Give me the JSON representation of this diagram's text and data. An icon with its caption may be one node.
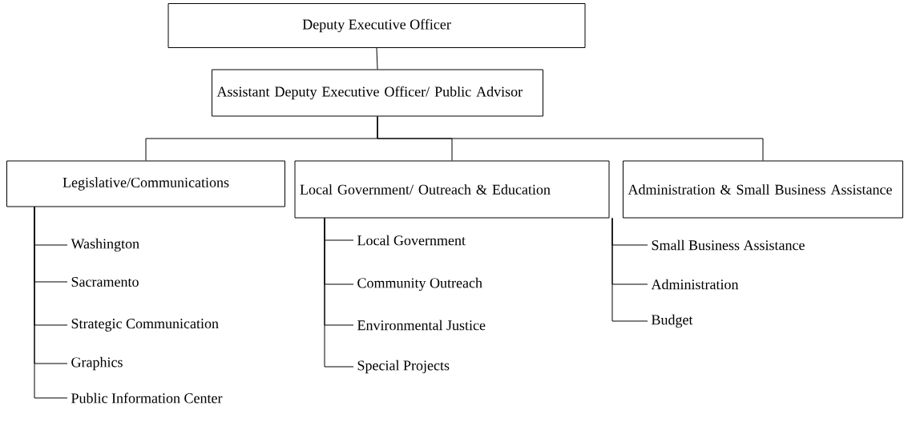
{
  "diagram": {
    "nodes": [
      {
        "text": [
          "Deputy Executive Officer"
        ]
      },
      {
        "text": [
          "Assistant Deputy Executive Officer/ Public Advisor"
        ]
      },
      {
        "text": [
          "Legislative/Communications"
        ]
      },
      {
        "text": [
          "Local Government/ Outreach & Education"
        ]
      },
      {
        "text": [
          "Administration & Small Business Assistance"
        ]
      },
      {
        "text": [
          "Washington"
        ]
      },
      {
        "text": [
          "Sacramento"
        ]
      },
      {
        "text": [
          "Strategic Communication"
        ]
      },
      {
        "text": [
          "Graphics"
        ]
      },
      {
        "text": [
          "Public Information Center"
        ]
      },
      {
        "text": [
          "Local Government"
        ]
      },
      {
        "text": [
          "Community Outreach"
        ]
      },
      {
        "text": [
          "Environmental Justice"
        ]
      },
      {
        "text": [
          "Special Projects"
        ]
      },
      {
        "text": [
          "Small Business Assistance"
        ]
      },
      {
        "text": [
          "Administration"
        ]
      },
      {
        "text": [
          "Budget"
        ]
      }
    ],
    "edges": [
      {
        "from": 0,
        "to": 1,
        "arrow": "none"
      },
      {
        "from": 1,
        "to": 2,
        "arrow": "none"
      },
      {
        "from": 1,
        "to": 3,
        "arrow": "none"
      },
      {
        "from": 1,
        "to": 4,
        "arrow": "none"
      },
      {
        "from": 2,
        "to": 5,
        "arrow": "none"
      },
      {
        "from": 2,
        "to": 6,
        "arrow": "none"
      },
      {
        "from": 2,
        "to": 7,
        "arrow": "none"
      },
      {
        "from": 2,
        "to": 8,
        "arrow": "none"
      },
      {
        "from": 2,
        "to": 9,
        "arrow": "none"
      },
      {
        "from": 3,
        "to": 10,
        "arrow": "none"
      },
      {
        "from": 3,
        "to": 11,
        "arrow": "none"
      },
      {
        "from": 3,
        "to": 12,
        "arrow": "none"
      },
      {
        "from": 3,
        "to": 13,
        "arrow": "none"
      },
      {
        "from": 4,
        "to": 14,
        "arrow": "none"
      },
      {
        "from": 4,
        "to": 15,
        "arrow": "none"
      },
      {
        "from": 4,
        "to": 16,
        "arrow": "none"
      }
    ]
  }
}
